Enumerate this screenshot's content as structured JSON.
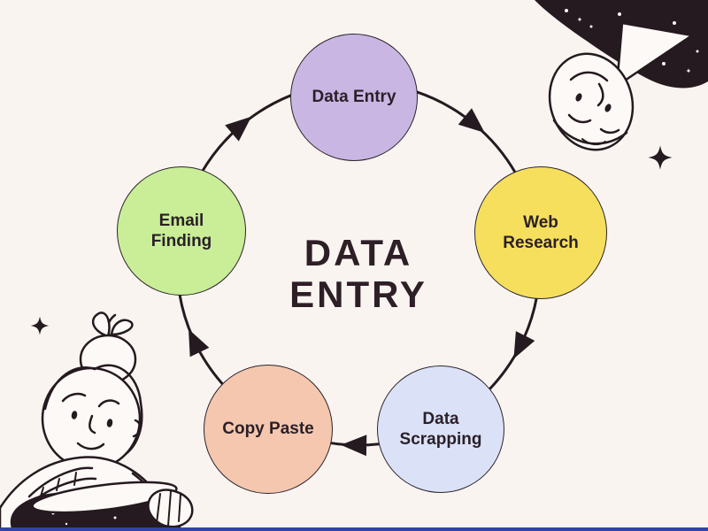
{
  "title": {
    "line1": "DATA",
    "line2": "ENTRY"
  },
  "nodes": [
    {
      "id": "data-entry",
      "label": "Data Entry",
      "color": "#c9b6e3"
    },
    {
      "id": "web-research",
      "label": "Web Research",
      "color": "#f5df5d"
    },
    {
      "id": "data-scrapping",
      "label": "Data Scrapping",
      "color": "#dbe2f8"
    },
    {
      "id": "copy-paste",
      "label": "Copy Paste",
      "color": "#f4c7ae"
    },
    {
      "id": "email-finding",
      "label": "Email Finding",
      "color": "#c9ee97"
    }
  ],
  "flow": {
    "direction": "clockwise",
    "order": [
      "Data Entry",
      "Web Research",
      "Data Scrapping",
      "Copy Paste",
      "Email Finding"
    ]
  },
  "colors": {
    "background": "#faf4f1",
    "ink": "#241a1f",
    "node_border": "#2b242c",
    "title_text": "#2e1f27",
    "bottom_bar": "#3243a6"
  },
  "decorations": {
    "top_right": "upside-down face with starry dark hair",
    "bottom_left": "woman with bun holding dark pot",
    "sparkle_count": 2
  }
}
